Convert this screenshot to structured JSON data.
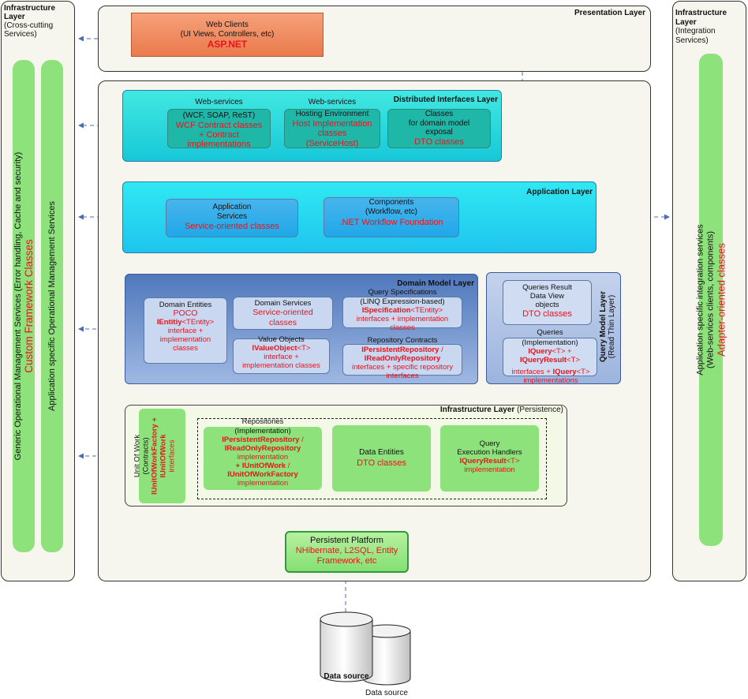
{
  "left_layer": {
    "title": "Infrastructure Layer",
    "subtitle": "(Cross-cutting Services)",
    "bar1_line1": "Generic Operational Management Services (Error handling, Cache and security)",
    "bar1_line2": "Custom Framework Classes",
    "bar2_label": "Application specific Operational Management Services"
  },
  "right_layer": {
    "title": "Infrastructure Layer",
    "subtitle": "(Integration Services)",
    "bar_line1": "Application specific integration services",
    "bar_line2": "(Web-services clients, components)",
    "bar_line3": "Adapter-oriented classes"
  },
  "presentation": {
    "title": "Presentation Layer",
    "web_clients": {
      "line1": "Web  Clients",
      "line2": "(UI Views, Controllers, etc)",
      "tech": "ASP.NET"
    }
  },
  "distributed": {
    "title": "Distributed Interfaces Layer",
    "web_services": {
      "line1": "Web-services",
      "line2": "(WCF, SOAP, ReST)",
      "red1": "WCF Contract classes",
      "red2": "+ Contract",
      "red3": "implementations"
    },
    "hosting": {
      "line1": "Web-services",
      "line2": "Hosting Environment",
      "red1": "Host Implementation",
      "red2": "classes",
      "red3": "(ServiceHost)"
    },
    "classes": {
      "line1": "Classes",
      "line2": "for domain model",
      "line3": "exposal",
      "red1": "DTO classes"
    }
  },
  "application": {
    "title": "Application Layer",
    "services": {
      "line1": "Application",
      "line2": "Services",
      "red1": "Service-oriented classes"
    },
    "components": {
      "line1": "Components",
      "line2": "(Workflow, etc)",
      "red1": ".NET Workflow Foundation"
    }
  },
  "domain": {
    "title": "Domain Model Layer",
    "entities": {
      "line1": "Domain Entities",
      "red1": "POCO",
      "red_bold": "IEntitiy",
      "red_rest": "<TEntity>",
      "red2": "interface +",
      "red3": "implementation",
      "red4": "classes"
    },
    "services": {
      "line1": "Domain Services",
      "red1": "Service-oriented",
      "red2": "classes"
    },
    "value_objects": {
      "line1": "Value Objects",
      "red_bold": "IValueObject",
      "red_rest": "<T>",
      "red2": "interface +",
      "red3": "implementation classes"
    },
    "query_specs": {
      "line1": "Query Specifications",
      "line2": "(LINQ Expression-based)",
      "red_bold": "ISpecification",
      "red_rest": "<TEntity>",
      "red2": "interfaces + implementation",
      "red3": "classes"
    },
    "repo_contracts": {
      "line1": "Repository Contracts",
      "red_bold1": "IPersistentRepository",
      "red_rest1": " /",
      "red_bold2": "IReadOnlyRepository",
      "red2": "interfaces + specific repository",
      "red3": "interfaces"
    }
  },
  "query_model": {
    "title": "Query Model Layer",
    "subtitle": "(Read Thin Layer)",
    "results": {
      "line1": "Queries Result",
      "line2": "Data View",
      "line3": "objects",
      "red1": "DTO classes"
    },
    "queries": {
      "line1": "Queries",
      "line2": "(Implementation)",
      "red_bold1": "IQuery",
      "red_rest1": "<T> +",
      "red_bold2": "IQueryResult",
      "red_rest2": "<T>",
      "red3a": "interfaces + ",
      "red3b": "IQuery",
      "red3c": "<T>",
      "red4": "implementations"
    }
  },
  "infrastructure": {
    "title_bold": "Infrastructure Layer",
    "title_rest": " (Persistence)",
    "uow": {
      "line1": "Unit Of Work",
      "line2": "(Contracts)",
      "red_bold1": "IUnitOfWorkFactory +",
      "red_bold2": "IUnitOfWork",
      "red3": "interfaces"
    },
    "repositories": {
      "line1": "Repositories",
      "line2": "(Implementation)",
      "red_bold1": "IPersistentRepository",
      "red_rest1": " /",
      "red_bold2": "IReadOnlyRepository",
      "red3": "implementation",
      "red_bold4a": "+ IUnitOfWork",
      "red_rest4": " /",
      "red_bold5": "IUnitOfWorkFactory",
      "red6": "implementation"
    },
    "data_entities": {
      "line1": "Data Entities",
      "red1": "DTO classes"
    },
    "query_handlers": {
      "line1": "Query",
      "line2": "Execution Handlers",
      "red_bold": "IQueryResult",
      "red_rest": "<T>",
      "red2": "implementation"
    }
  },
  "persistent_platform": {
    "line1": "Persistent Platform",
    "red1": "NHibernate, L2SQL, Entity",
    "red2": "Framework, etc"
  },
  "data_sources": {
    "label1": "Data source",
    "label2": "Data source"
  },
  "colors": {
    "accent_red": "#e8141c",
    "cyan": "#2ad6e6",
    "blue": "#5d82c4",
    "green": "#7fe36f",
    "salmon": "#ef8a60"
  }
}
